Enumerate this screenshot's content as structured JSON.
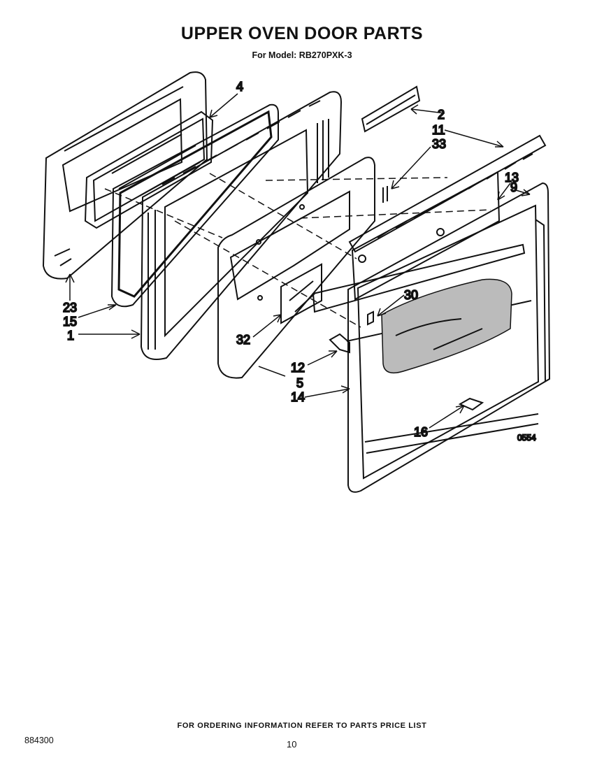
{
  "title": "UPPER OVEN DOOR PARTS",
  "subtitle": "For Model: RB270PXK-3",
  "figure_code": "0554",
  "callouts": {
    "c2": "2",
    "c4": "4",
    "c11": "11",
    "c33": "33",
    "c13": "13",
    "c9": "9",
    "c23": "23",
    "c15": "15",
    "c1": "1",
    "c30": "30",
    "c32": "32",
    "c12": "12",
    "c5": "5",
    "c14": "14",
    "c16": "16"
  },
  "footer_note": "FOR ORDERING INFORMATION REFER TO PARTS PRICE LIST",
  "doc_number": "884300",
  "page_number": "10"
}
